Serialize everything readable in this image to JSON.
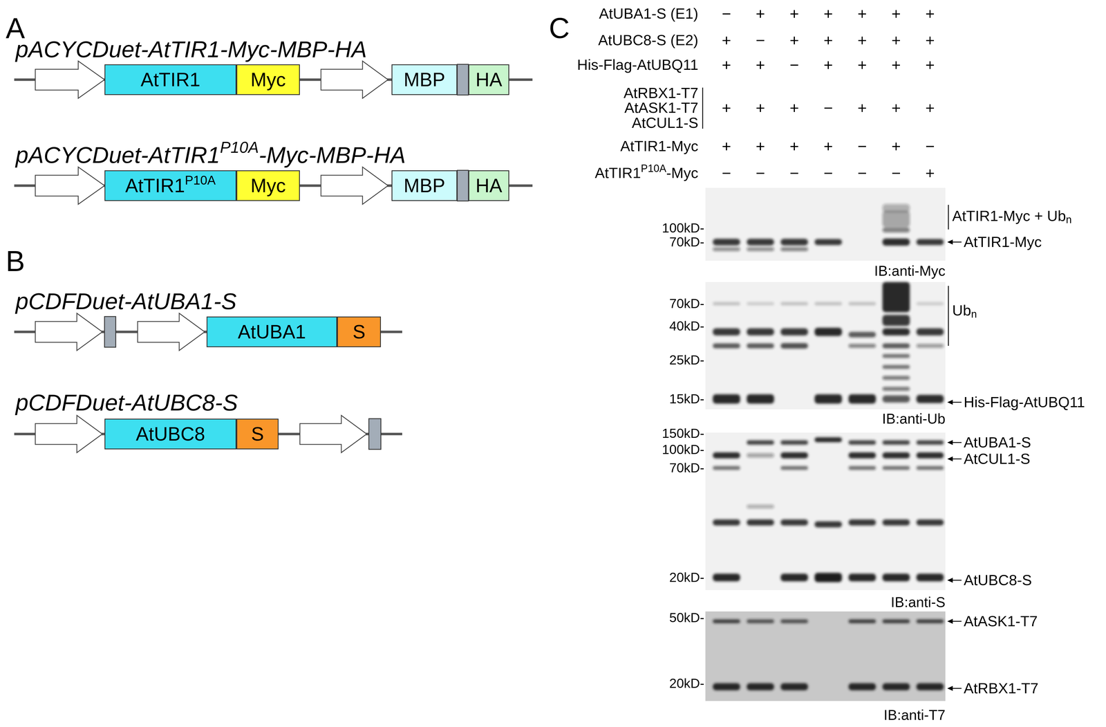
{
  "diagram": {
    "nodes": [
      {
        "text": [
          "AtTIR1"
        ]
      },
      {
        "text": [
          "Myc"
        ]
      },
      {
        "text": [
          "MBP"
        ]
      },
      {
        "text": [
          "HA"
        ]
      },
      {
        "text": [
          "AtTIR1",
          "P10A"
        ]
      },
      {
        "text": [
          "Myc"
        ]
      },
      {
        "text": [
          "MBP"
        ]
      },
      {
        "text": [
          "HA"
        ]
      },
      {
        "text": [
          "AtUBA1"
        ]
      },
      {
        "text": [
          "S"
        ]
      },
      {
        "text": [
          "AtUBC8"
        ]
      },
      {
        "text": [
          "S"
        ]
      }
    ],
    "labels": [
      "A",
      "pACYCDuet-AtTIR1-Myc-MBP-HA",
      "pACYCDuet-AtTIR1",
      "P10A",
      "-Myc-MBP-HA",
      "B",
      "pCDFDuet-AtUBA1-S",
      "pCDFDuet-AtUBC8-S",
      "C",
      "AtUBA1-S (E1)",
      "AtUBC8-S (E2)",
      "His-Flag-AtUBQ11",
      "AtRBX1-T7",
      "AtASK1-T7",
      "AtCUL1-S",
      "AtTIR1-Myc",
      "AtTIR1",
      "P10A",
      "-Myc",
      "−",
      "+",
      "+",
      "+",
      "+",
      "+",
      "+",
      "+",
      "−",
      "+",
      "+",
      "+",
      "+",
      "+",
      "+",
      "+",
      "−",
      "+",
      "+",
      "+",
      "+",
      "+",
      "+",
      "+",
      "−",
      "+",
      "+",
      "+",
      "+",
      "+",
      "+",
      "+",
      "−",
      "+",
      "−",
      "−",
      "−",
      "−",
      "−",
      "−",
      "−",
      "+",
      "100kD-",
      "70kD-",
      "AtTIR1-Myc + Ub",
      "n",
      "AtTIR1-Myc",
      "IB:anti-Myc",
      "70kD-",
      "40kD-",
      "25kD-",
      "15kD-",
      "Ub",
      "n",
      "His-Flag-AtUBQ11",
      "IB:anti-Ub",
      "150kD-",
      "100kD-",
      "70kD-",
      "20kD-",
      "AtUBA1-S",
      "AtCUL1-S",
      "AtUBC8-S",
      "IB:anti-S",
      "50kD-",
      "20kD-",
      "AtASK1-T7",
      "AtRBX1-T7",
      "IB:anti-T7"
    ]
  }
}
